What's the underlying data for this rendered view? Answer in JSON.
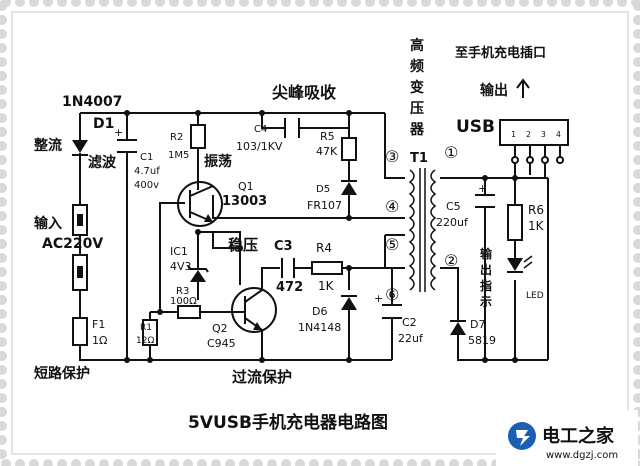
{
  "labels": {
    "d1_part": "1N4007",
    "d1": "D1",
    "rectify": "整流",
    "filter": "滤波",
    "c1": "C1",
    "c1_value": "4.7uf",
    "c1_voltage": "400v",
    "r2": "R2",
    "r2_value": "1M5",
    "oscillate": "振荡",
    "q1": "Q1",
    "q1_part": "13003",
    "spike_absorb": "尖峰吸收",
    "c4": "C4",
    "c4_value": "103/1KV",
    "r5": "R5",
    "r5_value": "47K",
    "d5": "D5",
    "d5_part": "FR107",
    "input": "输入",
    "ac220v": "AC220V",
    "f1": "F1",
    "f1_value": "1Ω",
    "short_protect": "短路保护",
    "ic1": "IC1",
    "ic1_value": "4V3",
    "stabilize": "稳压",
    "c3": "C3",
    "c3_value": "472",
    "r4": "R4",
    "r4_value": "1K",
    "r3": "R3",
    "r3_value": "100Ω",
    "r1": "R1",
    "r1_value": "12Ω",
    "q2": "Q2",
    "q2_part": "C945",
    "d6": "D6",
    "d6_part": "1N4148",
    "c2": "C2",
    "c2_value": "22uf",
    "overcurrent": "过流保护",
    "transformer": "T1",
    "hf_transformer": "高频变压器",
    "w3": "③",
    "w1": "①",
    "w4": "④",
    "w5": "⑤",
    "w2": "②",
    "w6": "⑥",
    "c5": "C5",
    "c5_value": "220uf",
    "d7": "D7",
    "d7_part": "5819",
    "r6": "R6",
    "r6_value": "1K",
    "led": "LED",
    "output_indicator": "输出指示",
    "to_phone": "至手机充电插口",
    "output": "输出",
    "usb": "USB",
    "usb_pins": [
      "1",
      "2",
      "3",
      "4"
    ],
    "plus": "+"
  },
  "title": "5VUSB手机充电器电路图",
  "watermark": {
    "name": "电工之家",
    "url": "www.dgzj.com"
  },
  "colors": {
    "ink": "#111111",
    "logo_blue": "#1a5fb4",
    "stamp_border": "#d9d9d9"
  }
}
